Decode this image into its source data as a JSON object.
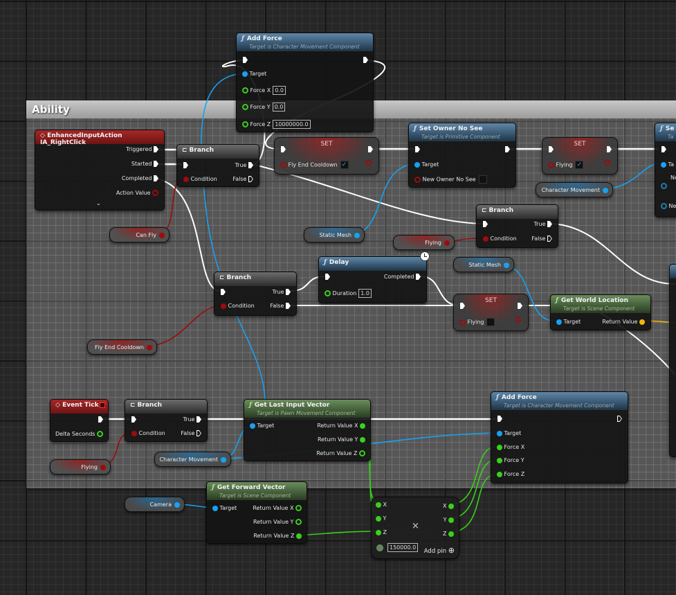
{
  "comment": {
    "title": "Ability"
  },
  "colors": {
    "exec": "#ffffff",
    "object": "#17a1f2",
    "bool": "#9c0c0c",
    "float": "#39d11a",
    "vector": "#f2b40e",
    "function_header": "#2f4d66",
    "pure_header": "#3b5533",
    "event_header": "#8b1b1b"
  },
  "nodes": {
    "add_force_top": {
      "title": "Add Force",
      "subtitle": "Target is Character Movement Component",
      "target": "Target",
      "force_x": "Force X",
      "force_x_val": "0.0",
      "force_y": "Force Y",
      "force_y_val": "0.0",
      "force_z": "Force Z",
      "force_z_val": "10000000.0"
    },
    "input_action": {
      "title": "EnhancedInputAction IA_RightClick",
      "triggered": "Triggered",
      "started": "Started",
      "completed": "Completed",
      "action_value": "Action Value",
      "expand": "⌄"
    },
    "branch1": {
      "title": "Branch",
      "condition": "Condition",
      "true": "True",
      "false": "False"
    },
    "set_cooldown": {
      "title": "SET",
      "var": "Fly End Cooldown",
      "checked": "✓"
    },
    "set_owner_no_see": {
      "title": "Set Owner No See",
      "subtitle": "Target is Primitive Component",
      "target": "Target",
      "new_owner_no_see": "New Owner No See"
    },
    "set_flying_true": {
      "title": "SET",
      "var": "Flying",
      "checked": "✓"
    },
    "partial_right_top": {
      "title": "Se",
      "subtitle": "Ta",
      "target": "Ta",
      "pin2": "Ne",
      "pin3": "Ne"
    },
    "branch2": {
      "title": "Branch",
      "condition": "Condition",
      "true": "True",
      "false": "False"
    },
    "branch3": {
      "title": "Branch",
      "condition": "Condition",
      "true": "True",
      "false": "False"
    },
    "delay": {
      "title": "Delay",
      "completed": "Completed",
      "duration": "Duration",
      "duration_val": "1.0"
    },
    "set_flying_false": {
      "title": "SET",
      "var": "Flying"
    },
    "get_world_location": {
      "title": "Get World Location",
      "subtitle": "Target is Scene Component",
      "target": "Target",
      "return_value": "Return Value"
    },
    "event_tick": {
      "title": "Event Tick",
      "delta_seconds": "Delta Seconds"
    },
    "branch4": {
      "title": "Branch",
      "condition": "Condition",
      "true": "True",
      "false": "False"
    },
    "get_last_input_vector": {
      "title": "Get Last Input Vector",
      "subtitle": "Target is Pawn Movement Component",
      "target": "Target",
      "rx": "Return Value X",
      "ry": "Return Value Y",
      "rz": "Return Value Z"
    },
    "add_force_bottom": {
      "title": "Add Force",
      "subtitle": "Target is Character Movement Component",
      "target": "Target",
      "force_x": "Force X",
      "force_y": "Force Y",
      "force_z": "Force Z"
    },
    "get_forward_vector": {
      "title": "Get Forward Vector",
      "subtitle": "Target is Scene Component",
      "target": "Target",
      "rx": "Return Value X",
      "ry": "Return Value Y",
      "rz": "Return Value Z"
    },
    "multiply": {
      "x": "X",
      "y": "Y",
      "z": "Z",
      "op": "×",
      "extra_val": "150000.0",
      "add_pin": "Add pin",
      "add_icon": "⊕"
    }
  },
  "variables": {
    "can_fly": "Can Fly",
    "fly_end_cooldown": "Fly End Cooldown",
    "static_mesh_1": "Static Mesh",
    "static_mesh_2": "Static Mesh",
    "flying_1": "Flying",
    "flying_2": "Flying",
    "character_movement_1": "Character Movement",
    "character_movement_2": "Character Movement",
    "camera": "Camera"
  }
}
